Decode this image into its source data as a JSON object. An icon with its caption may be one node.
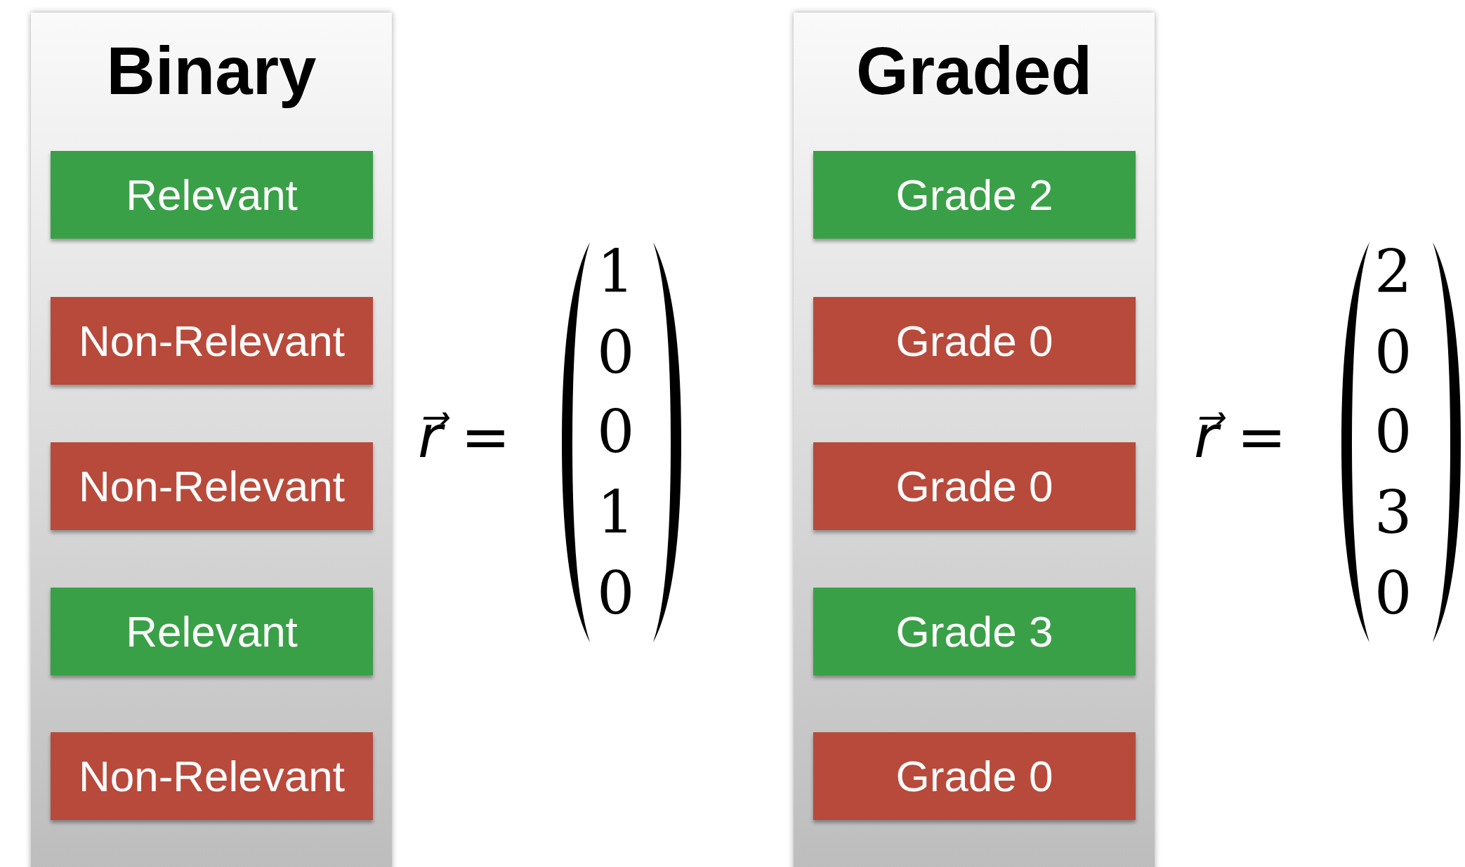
{
  "diagram": {
    "nodes": [
      {
        "text": [
          "Binary"
        ]
      },
      {
        "text": [
          "Relevant"
        ],
        "in": 0
      },
      {
        "text": [
          "Non-Relevant"
        ],
        "in": 0
      },
      {
        "text": [
          "Non-Relevant"
        ],
        "in": 0
      },
      {
        "text": [
          "Relevant"
        ],
        "in": 0
      },
      {
        "text": [
          "Non-Relevant"
        ],
        "in": 0
      },
      {
        "text": [
          "Graded"
        ]
      },
      {
        "text": [
          "Grade 2"
        ],
        "in": 6
      },
      {
        "text": [
          "Grade 0"
        ],
        "in": 6
      },
      {
        "text": [
          "Grade 0"
        ],
        "in": 6
      },
      {
        "text": [
          "Grade 3"
        ],
        "in": 6
      },
      {
        "text": [
          "Grade 0"
        ],
        "in": 6
      }
    ],
    "labels": [
      "r⃗ =",
      "1",
      "0",
      "0",
      "1",
      "0",
      "r⃗ =",
      "2",
      "0",
      "0",
      "3",
      "0"
    ]
  }
}
